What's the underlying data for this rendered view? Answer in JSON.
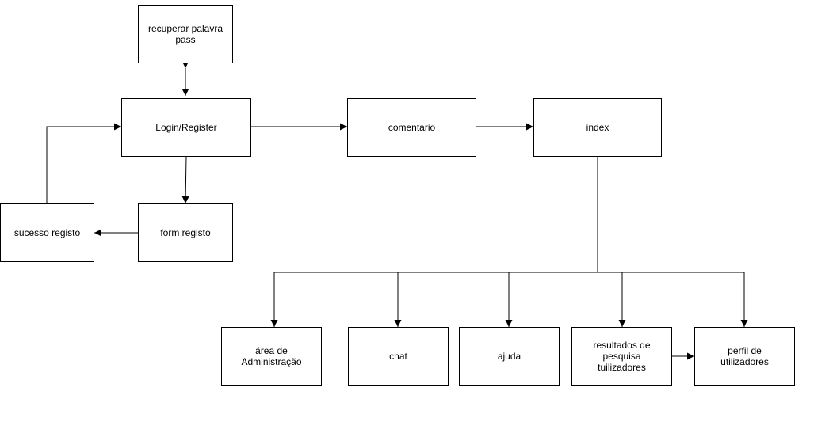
{
  "diagram": {
    "nodes": {
      "recuperar": "recuperar palavra\npass",
      "login": "Login/Register",
      "comentario": "comentario",
      "index": "index",
      "sucesso": "sucesso registo",
      "form": "form registo",
      "area": "área de\nAdministração",
      "chat": "chat",
      "ajuda": "ajuda",
      "resultados": "resultados de\npesquisa\ntuilizadores",
      "perfil": "perfil de\nutilizadores"
    },
    "edges": [
      {
        "from": "login",
        "to": "recuperar",
        "bidirectional": true
      },
      {
        "from": "login",
        "to": "comentario"
      },
      {
        "from": "comentario",
        "to": "index"
      },
      {
        "from": "login",
        "to": "form"
      },
      {
        "from": "form",
        "to": "sucesso"
      },
      {
        "from": "sucesso",
        "to": "login"
      },
      {
        "from": "index",
        "to": "area"
      },
      {
        "from": "index",
        "to": "chat"
      },
      {
        "from": "index",
        "to": "ajuda"
      },
      {
        "from": "index",
        "to": "resultados"
      },
      {
        "from": "index",
        "to": "perfil"
      },
      {
        "from": "resultados",
        "to": "perfil"
      }
    ],
    "line_color": "#000000"
  }
}
